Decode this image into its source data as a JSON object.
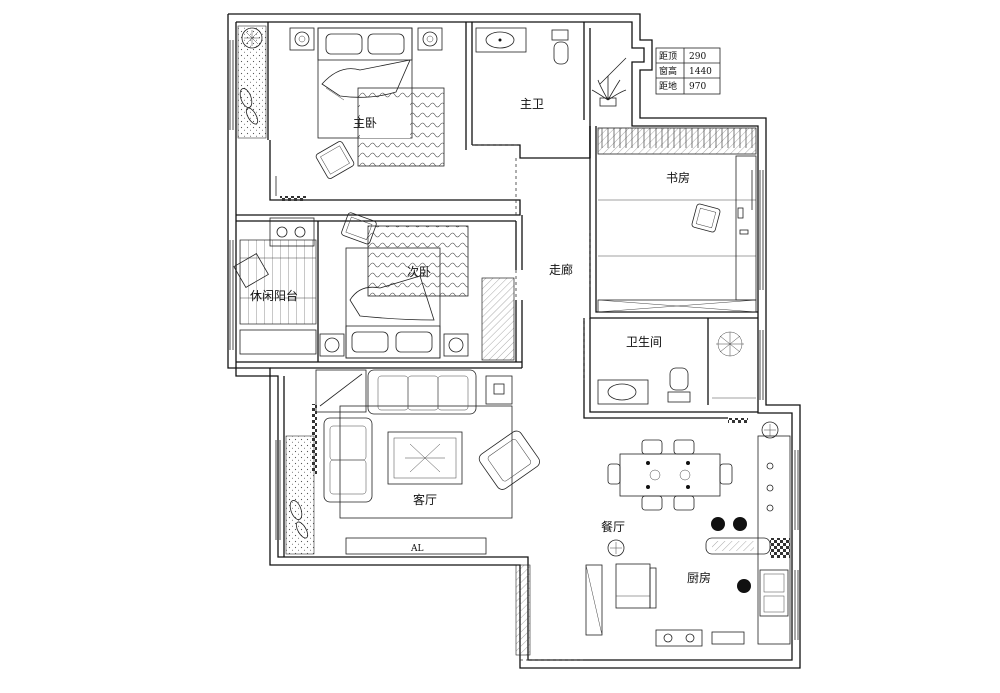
{
  "rooms": {
    "master_bedroom": "主卧",
    "master_bath": "主卫",
    "study": "书房",
    "second_bedroom": "次卧",
    "corridor": "走廊",
    "leisure_balcony": "休闲阳台",
    "bathroom": "卫生间",
    "living_room": "客厅",
    "dining_room": "餐厅",
    "kitchen": "厨房"
  },
  "legend": {
    "rows": [
      {
        "label": "距顶",
        "value": "290"
      },
      {
        "label": "窗高",
        "value": "1440"
      },
      {
        "label": "距地",
        "value": "970"
      }
    ]
  },
  "tv_label": "AL"
}
